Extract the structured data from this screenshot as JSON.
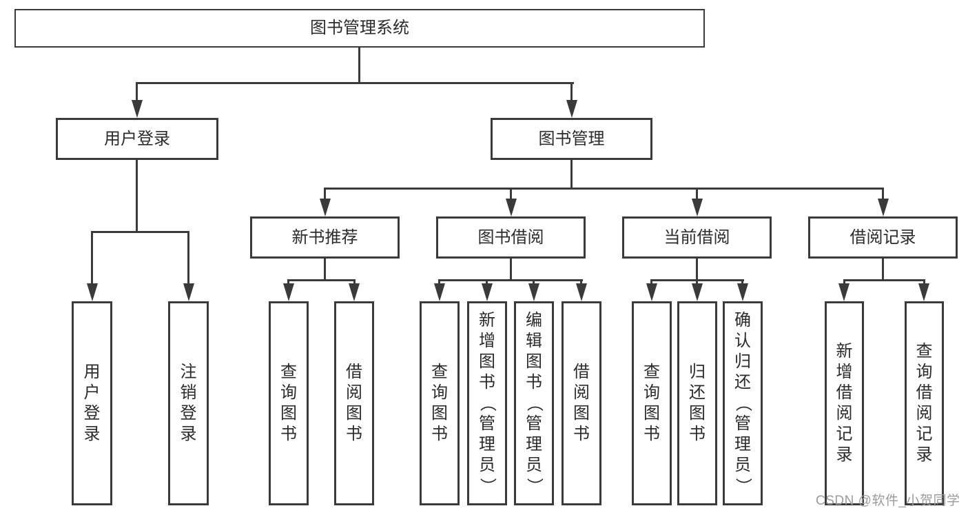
{
  "diagram": {
    "tree": {
      "root": {
        "label": "图书管理系统"
      },
      "level2": [
        {
          "label": "用户登录",
          "children": [
            {
              "label": "用户登录"
            },
            {
              "label": "注销登录"
            }
          ]
        },
        {
          "label": "图书管理",
          "children": [
            {
              "label": "新书推荐",
              "children": [
                {
                  "label": "查询图书"
                },
                {
                  "label": "借阅图书"
                }
              ]
            },
            {
              "label": "图书借阅",
              "children": [
                {
                  "label": "查询图书"
                },
                {
                  "label": "新增图书（管理员）"
                },
                {
                  "label": "编辑图书（管理员）"
                },
                {
                  "label": "借阅图书"
                }
              ]
            },
            {
              "label": "当前借阅",
              "children": [
                {
                  "label": "查询图书"
                },
                {
                  "label": "归还图书"
                },
                {
                  "label": "确认归还（管理员）"
                }
              ]
            },
            {
              "label": "借阅记录",
              "children": [
                {
                  "label": "新增借阅记录"
                },
                {
                  "label": "查询借阅记录"
                }
              ]
            }
          ]
        }
      ]
    }
  },
  "watermark": {
    "text": "CSDN @软件_小贺同学"
  },
  "colors": {
    "line": "#3a3a3a",
    "text": "#2b2b2b",
    "background": "#ffffff",
    "watermark": "#9b9b9b"
  }
}
